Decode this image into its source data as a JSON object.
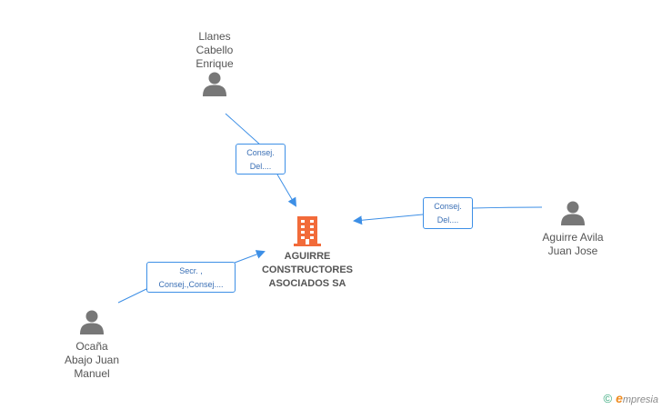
{
  "company": {
    "name": "AGUIRRE\nCONSTRUCTORES\nASOCIADOS SA"
  },
  "persons": [
    {
      "id": "llanes",
      "name": "Llanes\nCabello\nEnrique"
    },
    {
      "id": "aguirre",
      "name": "Aguirre Avila\nJuan Jose"
    },
    {
      "id": "ocana",
      "name": "Ocaña\nAbajo Juan\nManuel"
    }
  ],
  "relations": [
    {
      "id": "llanes",
      "label": "Consej.\nDel...."
    },
    {
      "id": "aguirre",
      "label": "Consej.\nDel...."
    },
    {
      "id": "ocana",
      "label": "Secr. ,\nConsej.,Consej...."
    }
  ],
  "brand": {
    "copyright": "©",
    "e_letter": "e",
    "name_rest": "mpresia"
  },
  "colors": {
    "edge": "#3d8fe6",
    "company_icon": "#f26b3a",
    "person_icon": "#777777",
    "brand_accent": "#f08c21"
  }
}
